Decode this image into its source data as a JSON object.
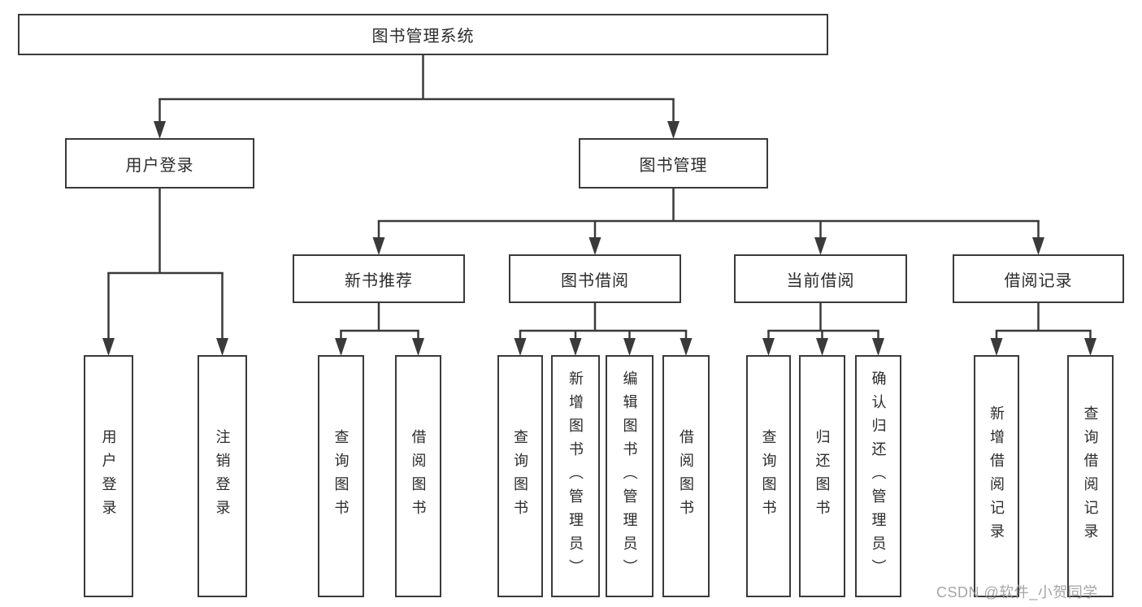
{
  "diagram": {
    "type": "hierarchy-tree",
    "colors": {
      "line": "#3a3a3a",
      "box_border": "#3a3a3a",
      "text": "#2b2b2b",
      "background": "#ffffff",
      "watermark": "#9c9c9c"
    },
    "tree": {
      "label": "图书管理系统",
      "children": [
        {
          "label": "用户登录",
          "children": [
            {
              "label": "用户登录"
            },
            {
              "label": "注销登录"
            }
          ]
        },
        {
          "label": "图书管理",
          "children": [
            {
              "label": "新书推荐",
              "children": [
                {
                  "label": "查询图书"
                },
                {
                  "label": "借阅图书"
                }
              ]
            },
            {
              "label": "图书借阅",
              "children": [
                {
                  "label": "查询图书"
                },
                {
                  "label": "新增图书（管理员）"
                },
                {
                  "label": "编辑图书（管理员）"
                },
                {
                  "label": "借阅图书"
                }
              ]
            },
            {
              "label": "当前借阅",
              "children": [
                {
                  "label": "查询图书"
                },
                {
                  "label": "归还图书"
                },
                {
                  "label": "确认归还（管理员）"
                }
              ]
            },
            {
              "label": "借阅记录",
              "children": [
                {
                  "label": "新增借阅记录"
                },
                {
                  "label": "查询借阅记录"
                }
              ]
            }
          ]
        }
      ]
    },
    "watermark": {
      "text": "CSDN @软件_小贺同学"
    }
  }
}
